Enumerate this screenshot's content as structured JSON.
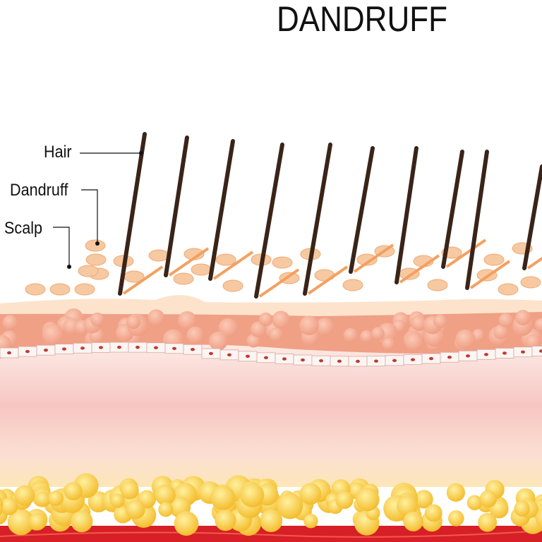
{
  "title": "DANDRUFF",
  "labels": {
    "hair": "Hair",
    "dandruff": "Dandruff",
    "scalp": "Scalp"
  },
  "colors": {
    "hair": "#3a2418",
    "flake": "#f6c9a2",
    "stratum": "#fde3cc",
    "epidermis": "#f0a085",
    "dermis": "#f9d6cf",
    "fat": "#f7c93a",
    "muscle": "#d71f27"
  }
}
